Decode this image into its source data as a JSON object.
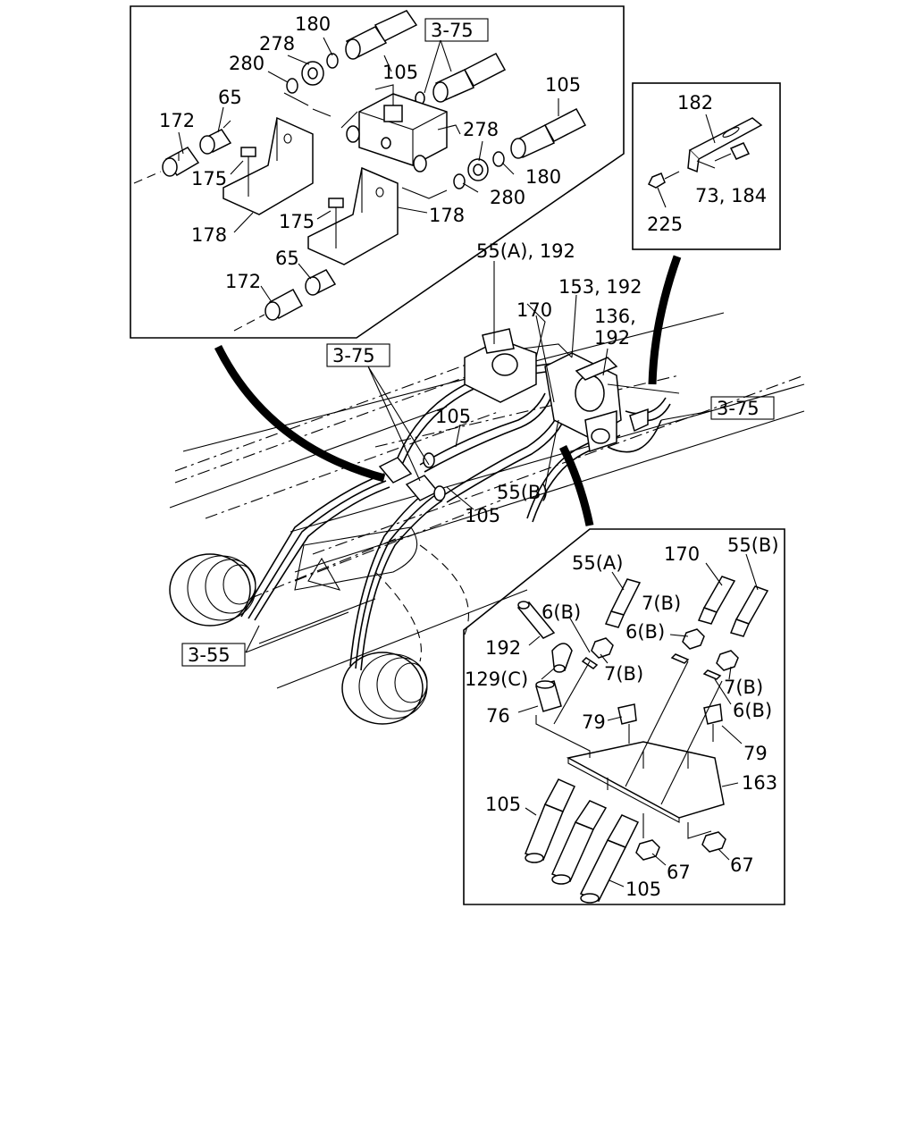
{
  "callouts": {
    "p180_top": "180",
    "p278_top": "278",
    "p280_top": "280",
    "p105_top": "105",
    "ref_3_75_top": "3-75",
    "p65_top": "65",
    "p172_top": "172",
    "p105_right": "105",
    "p278_right": "278",
    "p180_right": "180",
    "p175_top": "175",
    "p280_right": "280",
    "p175_mid": "175",
    "p178_right": "178",
    "p178_left": "178",
    "p65_low": "65",
    "p172_low": "172",
    "p182": "182",
    "p73_184": "73, 184",
    "p225": "225",
    "p55a_192": "55(A), 192",
    "p153_192": "153, 192",
    "p170_main": "170",
    "p136": "136,",
    "p192_main": "192",
    "ref_3_75_left": "3-75",
    "ref_3_75_right": "3-75",
    "p105_main_top": "105",
    "p55b_main": "55(B)",
    "p105_main_bot": "105",
    "ref_3_55": "3-55",
    "p55a_det": "55(A)",
    "p170_det": "170",
    "p55b_det": "55(B)",
    "p6b_a": "6(B)",
    "p7b_a": "7(B)",
    "p6b_b": "6(B)",
    "p192_det": "192",
    "p7b_b": "7(B)",
    "p129c": "129(C)",
    "p7b_c": "7(B)",
    "p76": "76",
    "p79_a": "79",
    "p6b_c": "6(B)",
    "p79_b": "79",
    "p163": "163",
    "p105_det_a": "105",
    "p67_a": "67",
    "p67_b": "67",
    "p105_det_b": "105"
  },
  "colors": {
    "line": "#000000",
    "background": "#ffffff"
  }
}
